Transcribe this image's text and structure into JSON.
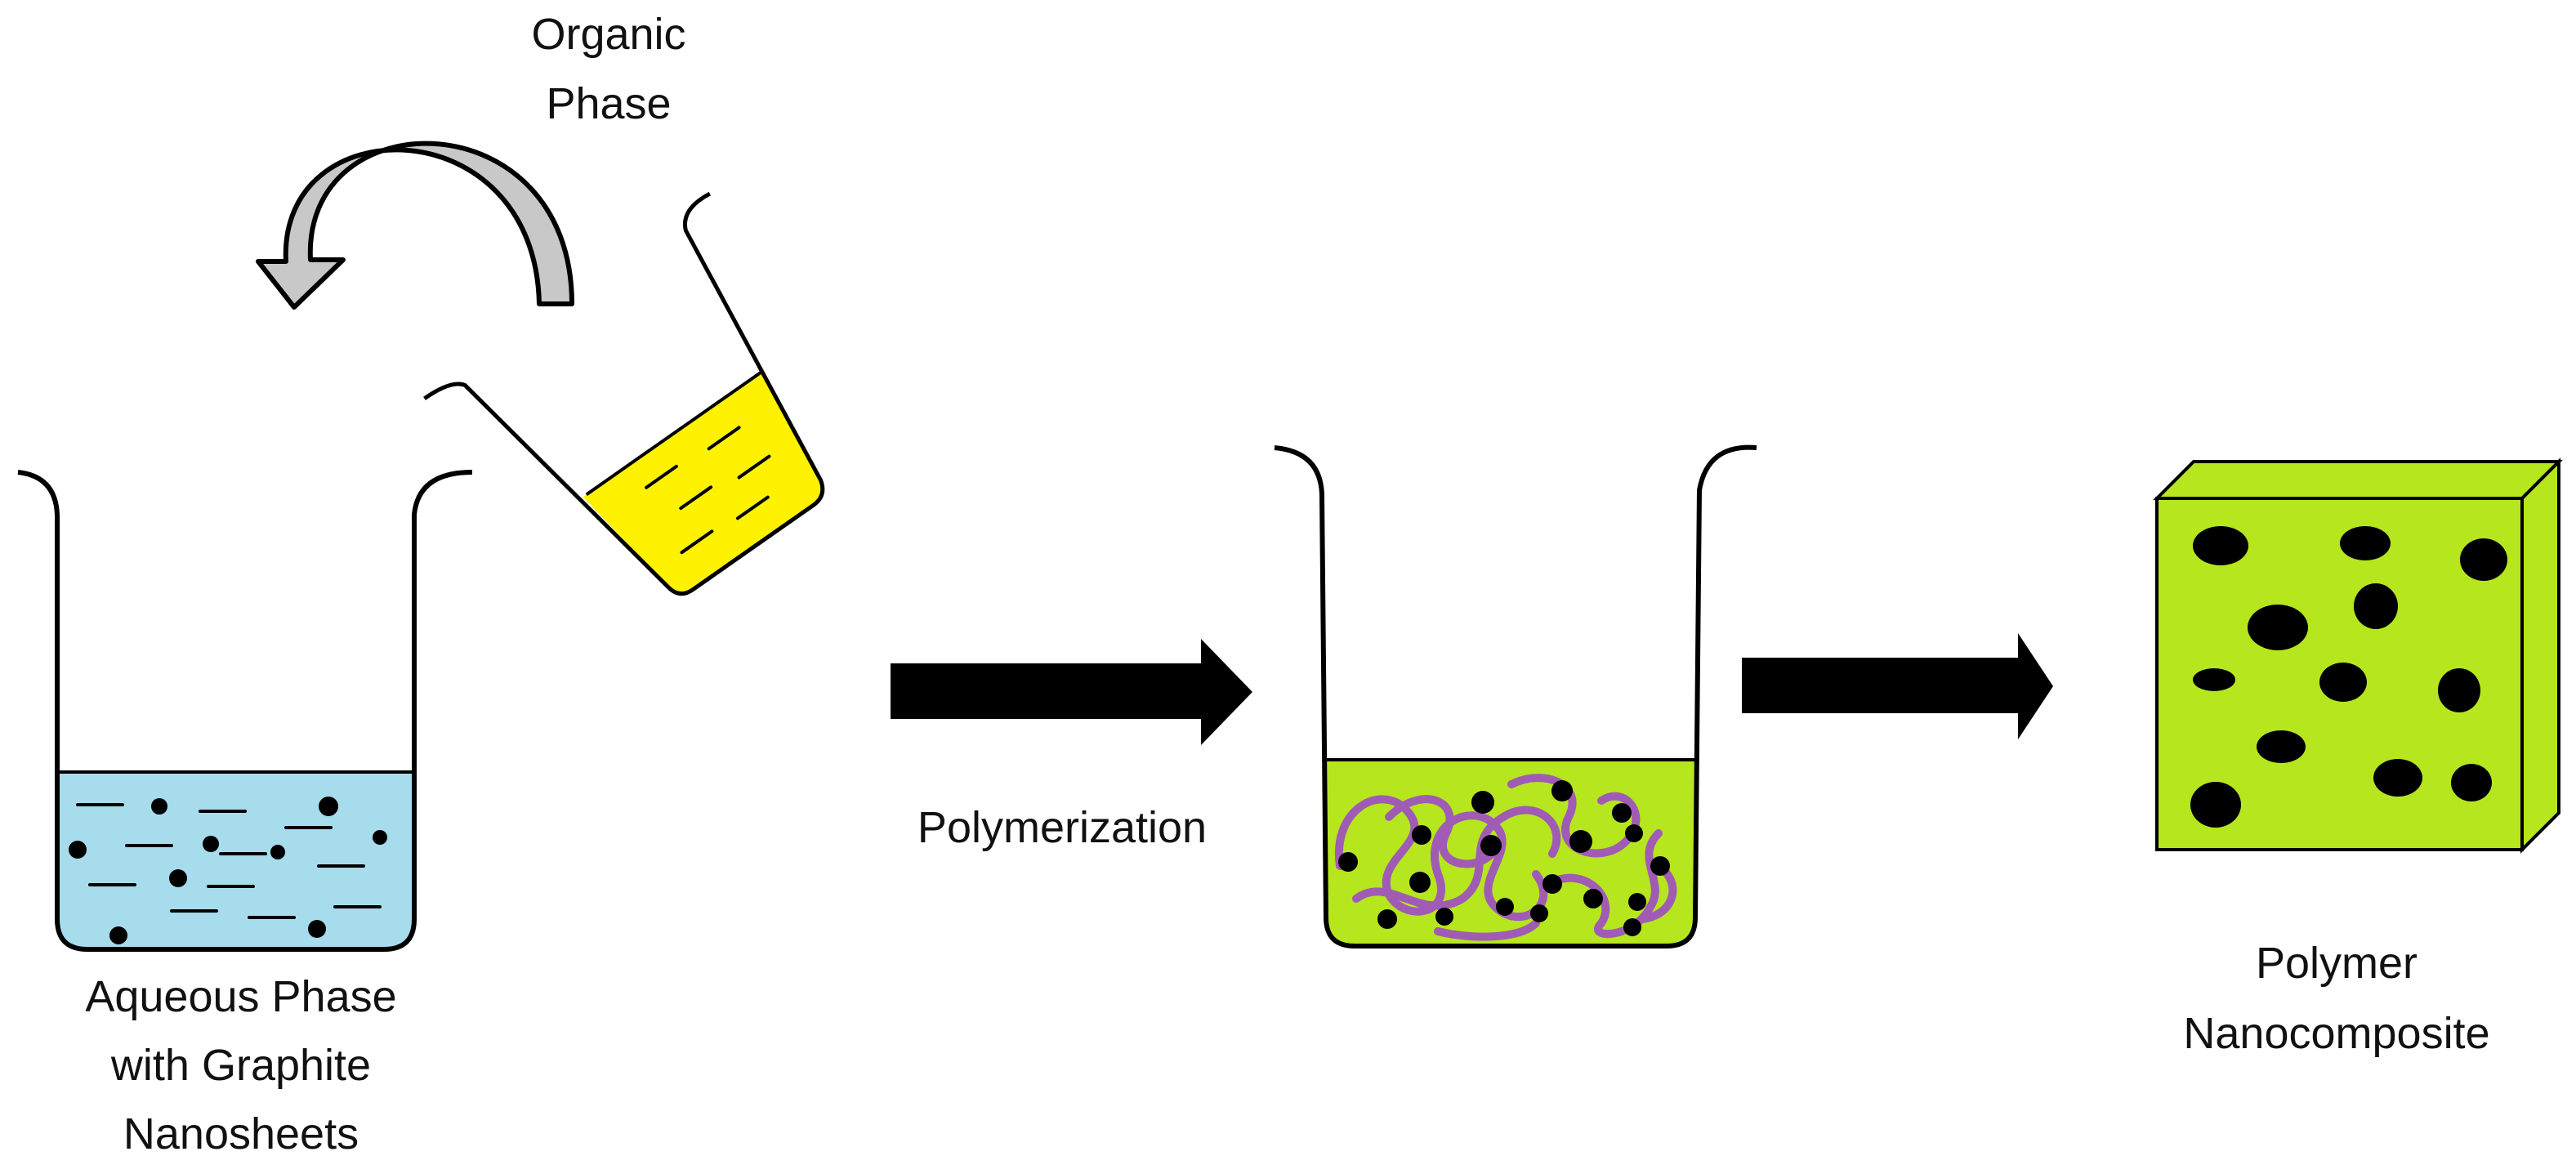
{
  "labels": {
    "organic_phase": [
      "Organic",
      "Phase"
    ],
    "aqueous_phase": [
      "Aqueous Phase",
      "with Graphite",
      "Nanosheets"
    ],
    "polymerization": "Polymerization",
    "polymer_nanocomposite": [
      "Polymer",
      "Nanocomposite"
    ]
  },
  "colors": {
    "aqueous_liquid": "#a6dcec",
    "organic_liquid": "#fff200",
    "polymer_green": "#b6e61e",
    "polymer_chains": "#a05cb4",
    "curved_arrow_fill": "#c8c8c8",
    "nanoparticle": "#000000"
  }
}
